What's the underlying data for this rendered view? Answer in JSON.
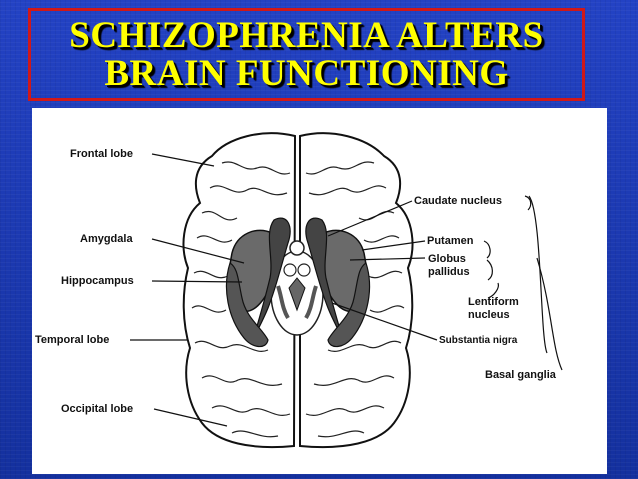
{
  "slide": {
    "title_line1": "SCHIZOPHRENIA ALTERS",
    "title_line2": "BRAIN FUNCTIONING"
  },
  "diagram": {
    "labels": {
      "frontal_lobe": "Frontal lobe",
      "amygdala": "Amygdala",
      "hippocampus": "Hippocampus",
      "temporal_lobe": "Temporal lobe",
      "occipital_lobe": "Occipital lobe",
      "caudate_nucleus": "Caudate nucleus",
      "putamen": "Putamen",
      "globus": "Globus",
      "pallidus": "pallidus",
      "lentiform": "Lentiform",
      "nucleus": "nucleus",
      "substantia_nigra": "Substantia nigra",
      "basal_ganglia": "Basal ganglia"
    }
  },
  "colors": {
    "background": "#1a35a8",
    "title_text": "#ffff00",
    "title_border": "#d01818"
  }
}
